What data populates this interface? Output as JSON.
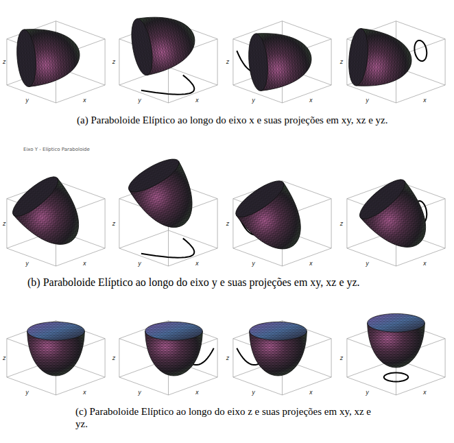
{
  "diagram": {
    "labels": [
      "(a) Paraboloide Elíptico ao longo do eixo x e suas projeções em xy, xz e yz.",
      "(b) Paraboloide Elíptico ao longo do eixo y e suas projeções em xy, xz e yz.",
      "(c) Paraboloide Elíptico ao longo do eixo z e suas projeções em xy, xz e yz.",
      "Eixo Y - Elíptico Paraboloide",
      "z",
      "y",
      "x",
      "z",
      "y",
      "x",
      "z",
      "y",
      "x",
      "z",
      "y",
      "x",
      "z",
      "y",
      "x",
      "z",
      "y",
      "x",
      "z",
      "y",
      "x",
      "z",
      "y",
      "x",
      "z",
      "y",
      "x",
      "z",
      "y",
      "x",
      "z",
      "y",
      "x",
      "z",
      "y",
      "x"
    ]
  }
}
